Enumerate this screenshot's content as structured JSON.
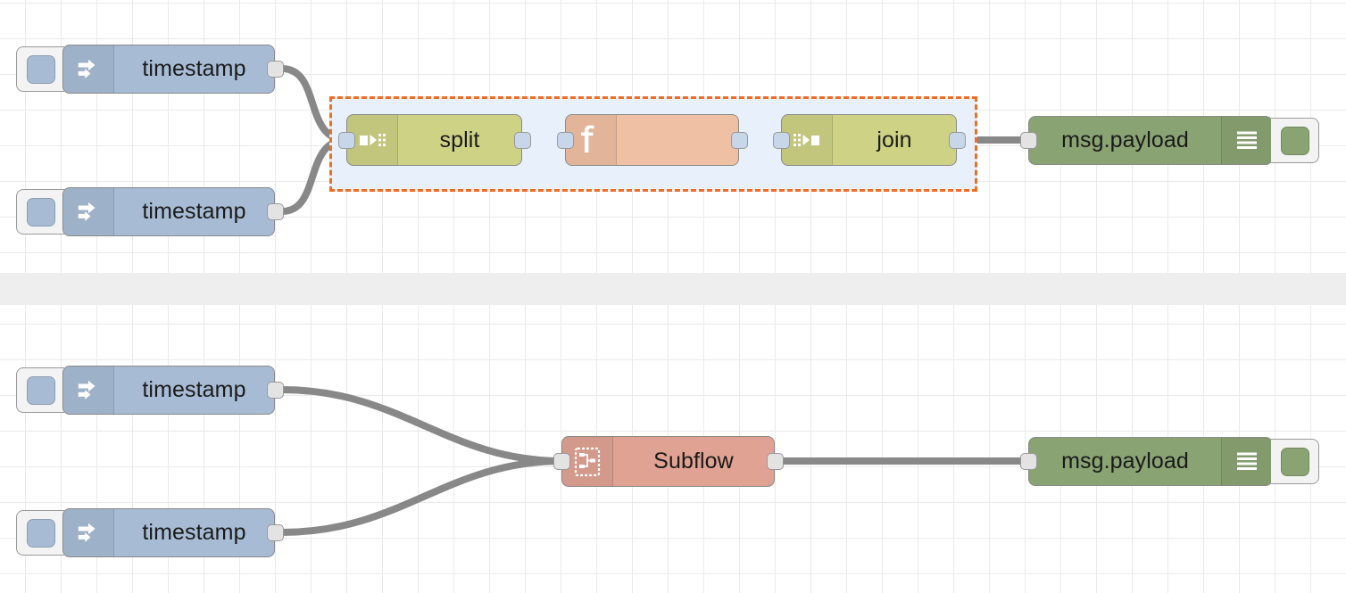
{
  "app": {
    "name": "Node-RED flow editor canvas",
    "grid": {
      "spacing": 40,
      "color": "#eaeaea"
    },
    "background": "#ffffff"
  },
  "colors": {
    "inject": "#a7bcd4",
    "split": "#ced285",
    "join": "#ced285",
    "function": "#f0c0a4",
    "subflow": "#e0a293",
    "debug": "#8aa373",
    "wire": "#888888",
    "selection_border": "#ef6d24",
    "selection_fill": "#e7f0fb",
    "port": "#e3e3e3",
    "port_selected": "#c7d6e8",
    "separator_band": "#eeeeee"
  },
  "separator": {
    "label": "flow-tab-separator"
  },
  "flows": [
    {
      "id": "flow-split-join",
      "nodes": [
        {
          "id": "inject-1",
          "type": "inject",
          "label": "timestamp",
          "icon": "inject-arrow-icon"
        },
        {
          "id": "inject-2",
          "type": "inject",
          "label": "timestamp",
          "icon": "inject-arrow-icon"
        },
        {
          "id": "split-1",
          "type": "split",
          "label": "split",
          "icon": "split-icon"
        },
        {
          "id": "function-1",
          "type": "function",
          "label": "",
          "icon": "function-f-icon"
        },
        {
          "id": "join-1",
          "type": "join",
          "label": "join",
          "icon": "join-icon"
        },
        {
          "id": "debug-1",
          "type": "debug",
          "label": "msg.payload",
          "icon": "debug-bars-icon"
        }
      ],
      "selection": {
        "selected_nodes": [
          "split-1",
          "function-1",
          "join-1"
        ]
      }
    },
    {
      "id": "flow-subflow",
      "nodes": [
        {
          "id": "inject-3",
          "type": "inject",
          "label": "timestamp",
          "icon": "inject-arrow-icon"
        },
        {
          "id": "inject-4",
          "type": "inject",
          "label": "timestamp",
          "icon": "inject-arrow-icon"
        },
        {
          "id": "subflow-1",
          "type": "subflow",
          "label": "Subflow",
          "icon": "subflow-icon"
        },
        {
          "id": "debug-2",
          "type": "debug",
          "label": "msg.payload",
          "icon": "debug-bars-icon"
        }
      ],
      "selection": {
        "selected_nodes": []
      }
    }
  ]
}
